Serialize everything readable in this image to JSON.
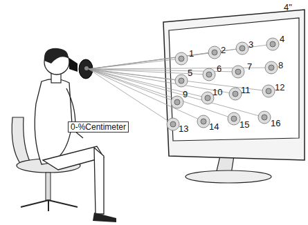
{
  "diagram": {
    "labels": [
      "4\"",
      "0-%Centimeter",
      "1",
      "2",
      "3",
      "4",
      "5",
      "6",
      "7",
      "8",
      "9",
      "10",
      "11",
      "12",
      "13",
      "14",
      "15",
      "16"
    ]
  }
}
